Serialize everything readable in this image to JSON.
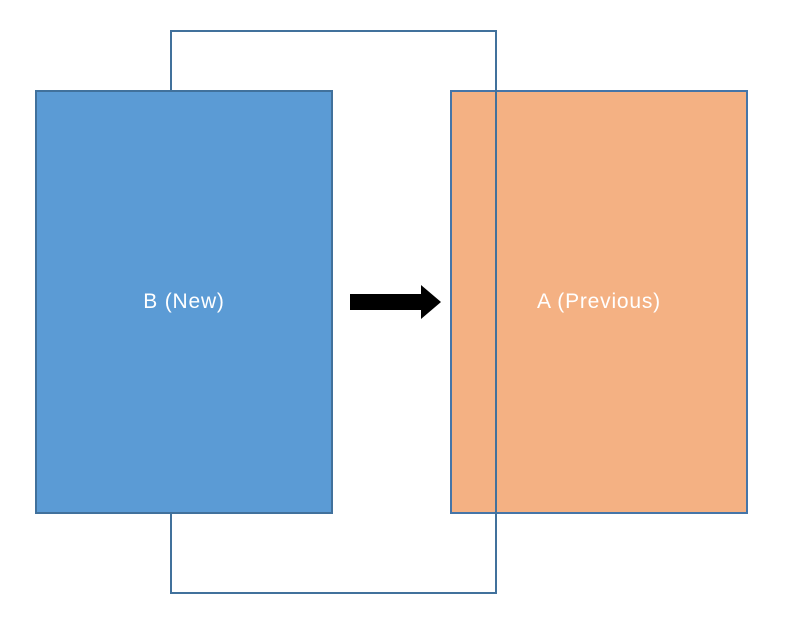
{
  "diagram": {
    "boxes": {
      "new_box": {
        "label": "B (New)"
      },
      "previous_box": {
        "label": "A (Previous)"
      }
    },
    "arrow": {
      "icon": "arrow-right",
      "direction": "left-to-right"
    },
    "colors": {
      "new_fill": "#5B9BD5",
      "new_border": "#41719C",
      "previous_fill": "#F4B183",
      "previous_border": "#4575A8",
      "frame_border": "#41719C",
      "arrow": "#000000",
      "label_text": "#FFFFFF"
    }
  }
}
